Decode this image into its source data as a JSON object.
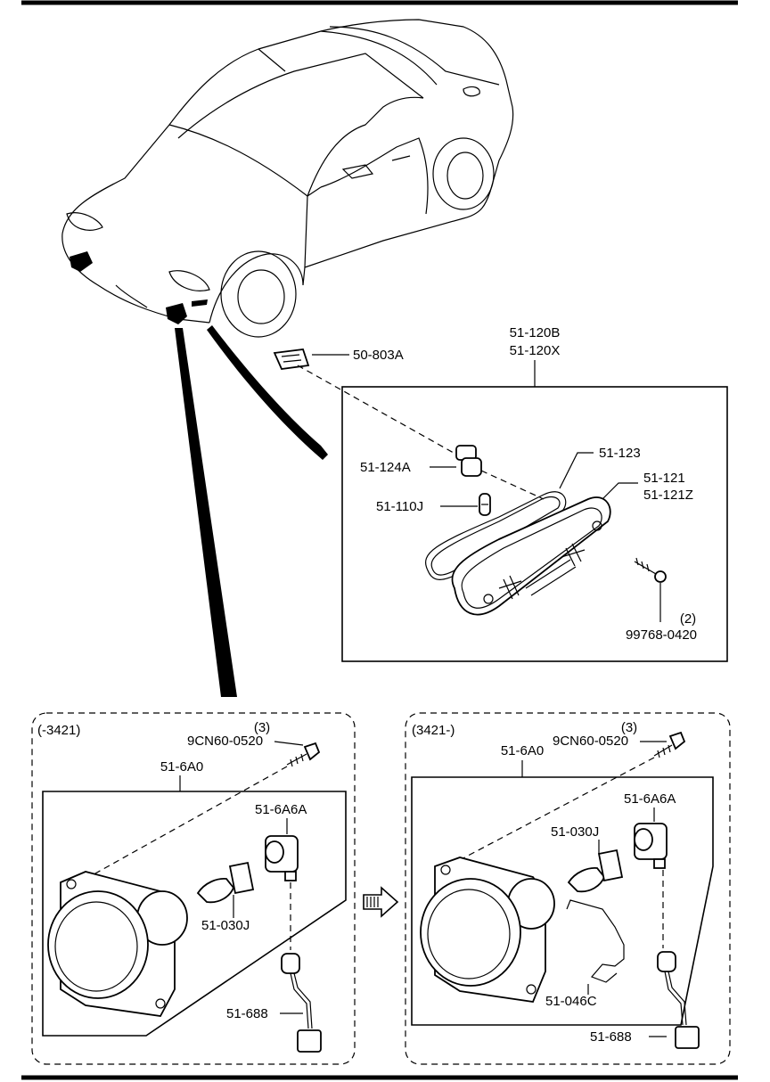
{
  "labels": {
    "side_marker_assy_1": "51-120B",
    "side_marker_assy_2": "51-120X",
    "bracket": "50-803A",
    "socket": "51-124A",
    "gasket": "51-123",
    "bulb_small": "51-110J",
    "lens_1": "51-121",
    "lens_2": "51-121Z",
    "screw_qty": "(2)",
    "screw": "99768-0420"
  },
  "fog_left": {
    "serial_range": "(-3421)",
    "bolt_qty": "(3)",
    "bolt": "9CN60-0520",
    "assy": "51-6A0",
    "socket": "51-6A6A",
    "bulb": "51-030J",
    "harness": "51-688"
  },
  "fog_right": {
    "serial_range": "(3421-)",
    "bolt_qty": "(3)",
    "bolt": "9CN60-0520",
    "assy": "51-6A0",
    "socket": "51-6A6A",
    "bulb": "51-030J",
    "clip": "51-046C",
    "harness": "51-688"
  }
}
